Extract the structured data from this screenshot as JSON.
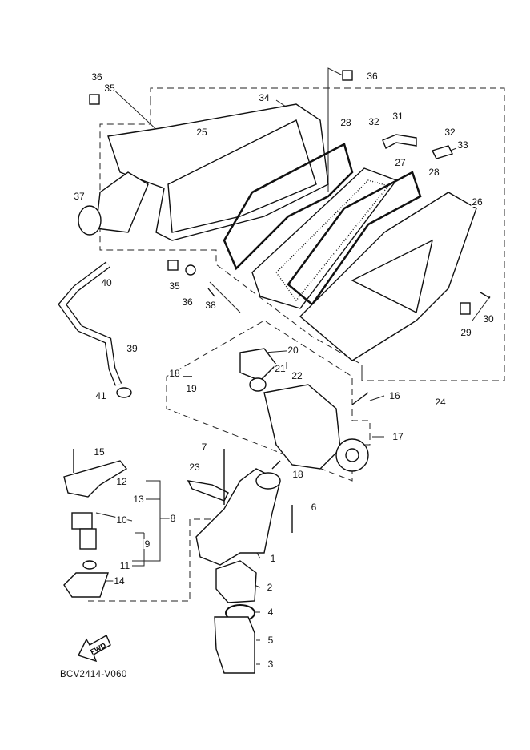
{
  "diagram": {
    "callouts": [
      "36",
      "35",
      "34",
      "36",
      "25",
      "28",
      "32",
      "31",
      "32",
      "33",
      "27",
      "28",
      "26",
      "37",
      "40",
      "35",
      "36",
      "38",
      "29",
      "30",
      "39",
      "20",
      "21",
      "22",
      "18",
      "19",
      "16",
      "24",
      "41",
      "17",
      "15",
      "7",
      "23",
      "18",
      "12",
      "13",
      "6",
      "10",
      "8",
      "9",
      "1",
      "11",
      "14",
      "2",
      "4",
      "5",
      "3"
    ],
    "fwd_label": "FWD",
    "diagram_code": "BCV2414-V060"
  }
}
